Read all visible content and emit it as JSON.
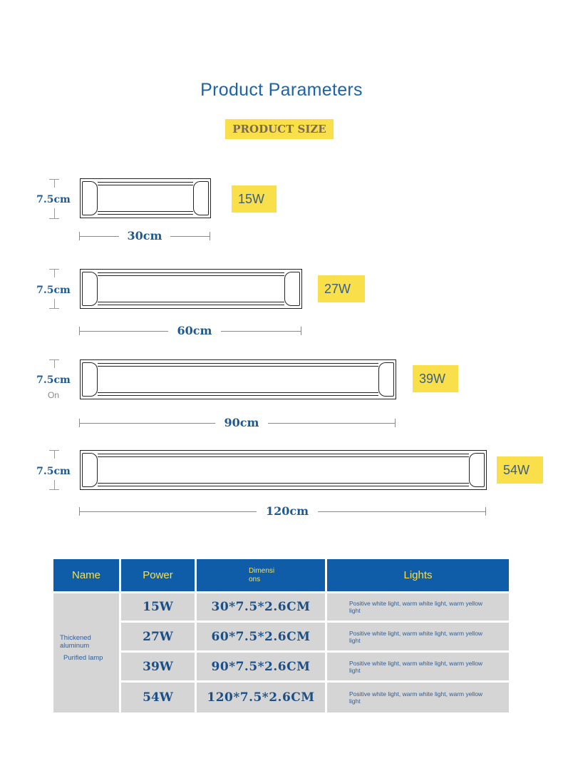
{
  "title": "Product Parameters",
  "badge": "PRODUCT SIZE",
  "lamps": [
    {
      "height": "7.5cm",
      "length": "30cm",
      "power": "15W",
      "note": ""
    },
    {
      "height": "7.5cm",
      "length": "60cm",
      "power": "27W",
      "note": ""
    },
    {
      "height": "7.5cm",
      "length": "90cm",
      "power": "39W",
      "note": "On"
    },
    {
      "height": "7.5cm",
      "length": "120cm",
      "power": "54W",
      "note": ""
    }
  ],
  "table": {
    "headers": {
      "name": "Name",
      "power": "Power",
      "dim_line1": "Dimensi",
      "dim_line2": "ons",
      "lights": "Lights"
    },
    "name_line1": "Thickened",
    "name_line2": "aluminum",
    "name_line3": "Purified lamp",
    "rows": [
      {
        "power": "15W",
        "dimensions": "30*7.5*2.6CM",
        "lights": "Positive white light, warm white light, warm yellow light"
      },
      {
        "power": "27W",
        "dimensions": "60*7.5*2.6CM",
        "lights": "Positive white light, warm white light, warm yellow light"
      },
      {
        "power": "39W",
        "dimensions": "90*7.5*2.6CM",
        "lights": "Positive white light, warm white light, warm yellow light"
      },
      {
        "power": "54W",
        "dimensions": "120*7.5*2.6CM",
        "lights": "Positive white light, warm white light, warm yellow light"
      }
    ]
  },
  "colors": {
    "brand_blue": "#0f5ca8",
    "accent_yellow": "#f9e04b",
    "table_gray": "#d5d5d5"
  }
}
